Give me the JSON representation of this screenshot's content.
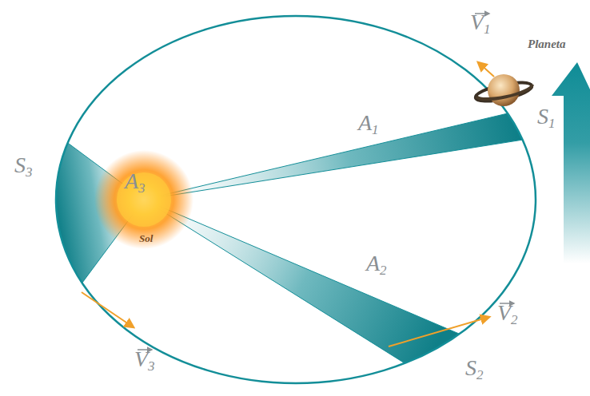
{
  "diagram": {
    "labels": [
      "V1",
      "Planeta",
      "S1",
      "A1",
      "A3",
      "S3",
      "Sol",
      "A2",
      "V2",
      "S2",
      "V3"
    ]
  }
}
